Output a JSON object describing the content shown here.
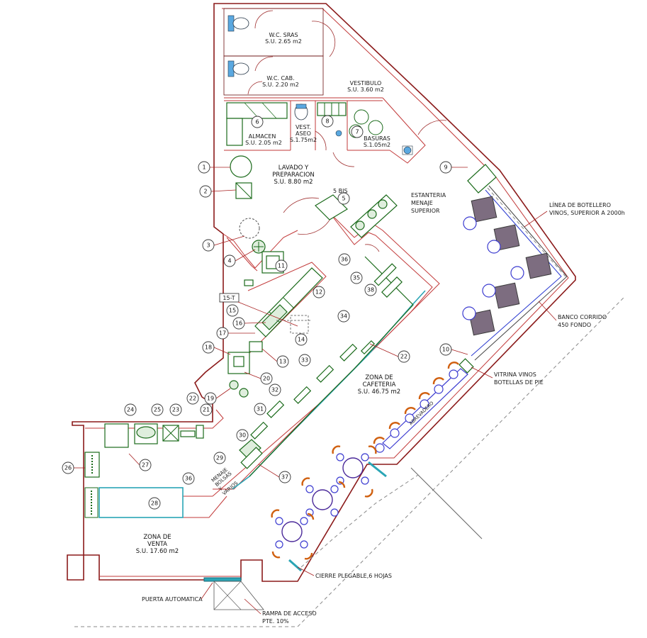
{
  "rooms": {
    "wc_sras": {
      "name": "W.C. SRAS",
      "area": "S.U. 2.65 m2"
    },
    "wc_cab": {
      "name": "W.C. CAB.",
      "area": "S.U. 2.20 m2"
    },
    "vestibulo": {
      "name": "VESTIBULO",
      "area": "S.U. 3.60 m2"
    },
    "almacen": {
      "name": "ALMACEN",
      "area": "S.U. 2.05 m2"
    },
    "vest_aseo": {
      "name_l1": "VEST.",
      "name_l2": "ASEO",
      "area": "S.1.75m2"
    },
    "basuras": {
      "name": "BASURAS",
      "area": "S.1.05m2"
    },
    "lavado": {
      "name_l1": "LAVADO Y",
      "name_l2": "PREPARACION",
      "area": "S.U. 8.80 m2"
    },
    "cafeteria": {
      "name_l1": "ZONA DE",
      "name_l2": "CAFETERIA",
      "area": "S.U. 46.75 m2"
    },
    "venta": {
      "name_l1": "ZONA DE",
      "name_l2": "VENTA",
      "area": "S.U. 17.60 m2"
    }
  },
  "notes": {
    "estanteria": [
      "ESTANTERIA",
      "MENAJE",
      "SUPERIOR"
    ],
    "botellero": [
      "LÍNEA DE BOTELLERO",
      "VINOS, SUPERIOR A 2000h"
    ],
    "banco": [
      "BANCO CORRIDO",
      "450 FONDO"
    ],
    "vitrina": [
      "VITRINA VINOS",
      "BOTELLAS DE PIE"
    ],
    "cierre": "CIERRE PLEGABLE,6 HOJAS",
    "puerta": "PUERTA AUTOMATICA",
    "rampa": [
      "RAMPA DE ACCESO",
      "PTE. 10%"
    ],
    "menaje": [
      "MENAJE",
      "BOLSAS",
      "Y",
      "VARIOS"
    ],
    "abrevadero": "ABREVADERO",
    "five_bis": "5 BIS",
    "fifteen_t": "15-T"
  },
  "markers": [
    "1",
    "2",
    "3",
    "4",
    "5",
    "6",
    "7",
    "8",
    "9",
    "10",
    "11",
    "12",
    "13",
    "14",
    "15",
    "16",
    "17",
    "18",
    "19",
    "20",
    "21",
    "22",
    "22",
    "23",
    "24",
    "25",
    "26",
    "27",
    "28",
    "29",
    "30",
    "31",
    "32",
    "33",
    "34",
    "35",
    "36",
    "36",
    "37",
    "38"
  ],
  "colors": {
    "wall": "#8b1a1a",
    "equipment": "#1a6a1a",
    "chairs": "#d06010",
    "tables": "#4b2a9a"
  }
}
